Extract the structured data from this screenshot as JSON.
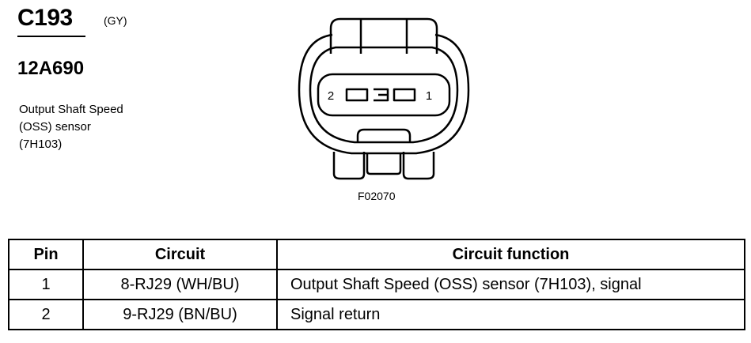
{
  "connector": {
    "id": "C193",
    "color": "(GY)",
    "part_number": "12A690",
    "description_lines": [
      "Output Shaft Speed",
      "(OSS) sensor",
      "(7H103)"
    ]
  },
  "diagram": {
    "pin_left_label": "2",
    "pin_right_label": "1",
    "figure_id": "F02070"
  },
  "table": {
    "headers": [
      "Pin",
      "Circuit",
      "Circuit function"
    ],
    "rows": [
      [
        "1",
        "8-RJ29 (WH/BU)",
        "Output Shaft Speed (OSS) sensor (7H103), signal"
      ],
      [
        "2",
        "9-RJ29 (BN/BU)",
        "Signal return"
      ]
    ]
  }
}
